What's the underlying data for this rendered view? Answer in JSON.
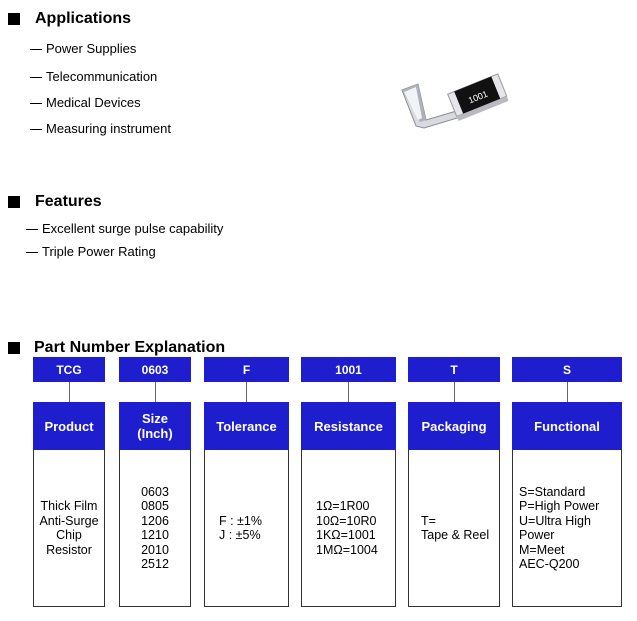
{
  "applications": {
    "title": "Applications",
    "items": [
      "Power Supplies",
      "Telecommunication",
      "Medical Devices",
      "Measuring instrument"
    ]
  },
  "features": {
    "title": "Features",
    "items": [
      "Excellent surge pulse capability",
      "Triple Power Rating"
    ]
  },
  "image": {
    "chip_marking": "1001"
  },
  "part_number": {
    "title": "Part Number Explanation",
    "codes": [
      "TCG",
      "0603",
      "F",
      "1001",
      "T",
      "S"
    ],
    "columns": [
      {
        "header": [
          "Product"
        ],
        "body": [
          "Thick Film",
          "Anti-Surge",
          "Chip",
          "Resistor"
        ]
      },
      {
        "header": [
          "Size",
          "(Inch)"
        ],
        "body": [
          "0603",
          "0805",
          "1206",
          "1210",
          "2010",
          "2512"
        ]
      },
      {
        "header": [
          "Tolerance"
        ],
        "body": [
          "F : ±1%",
          "J : ±5%"
        ]
      },
      {
        "header": [
          "Resistance"
        ],
        "body": [
          "1Ω=1R00",
          "10Ω=10R0",
          "1KΩ=1001",
          "1MΩ=1004"
        ]
      },
      {
        "header": [
          "Packaging"
        ],
        "body": [
          "T=",
          "Tape & Reel"
        ]
      },
      {
        "header": [
          "Functional"
        ],
        "body": [
          "S=Standard",
          "P=High Power",
          "U=Ultra High",
          "Power",
          "M=Meet",
          "AEC-Q200"
        ]
      }
    ]
  },
  "colors": {
    "accent_blue": "#1e1ecf"
  }
}
